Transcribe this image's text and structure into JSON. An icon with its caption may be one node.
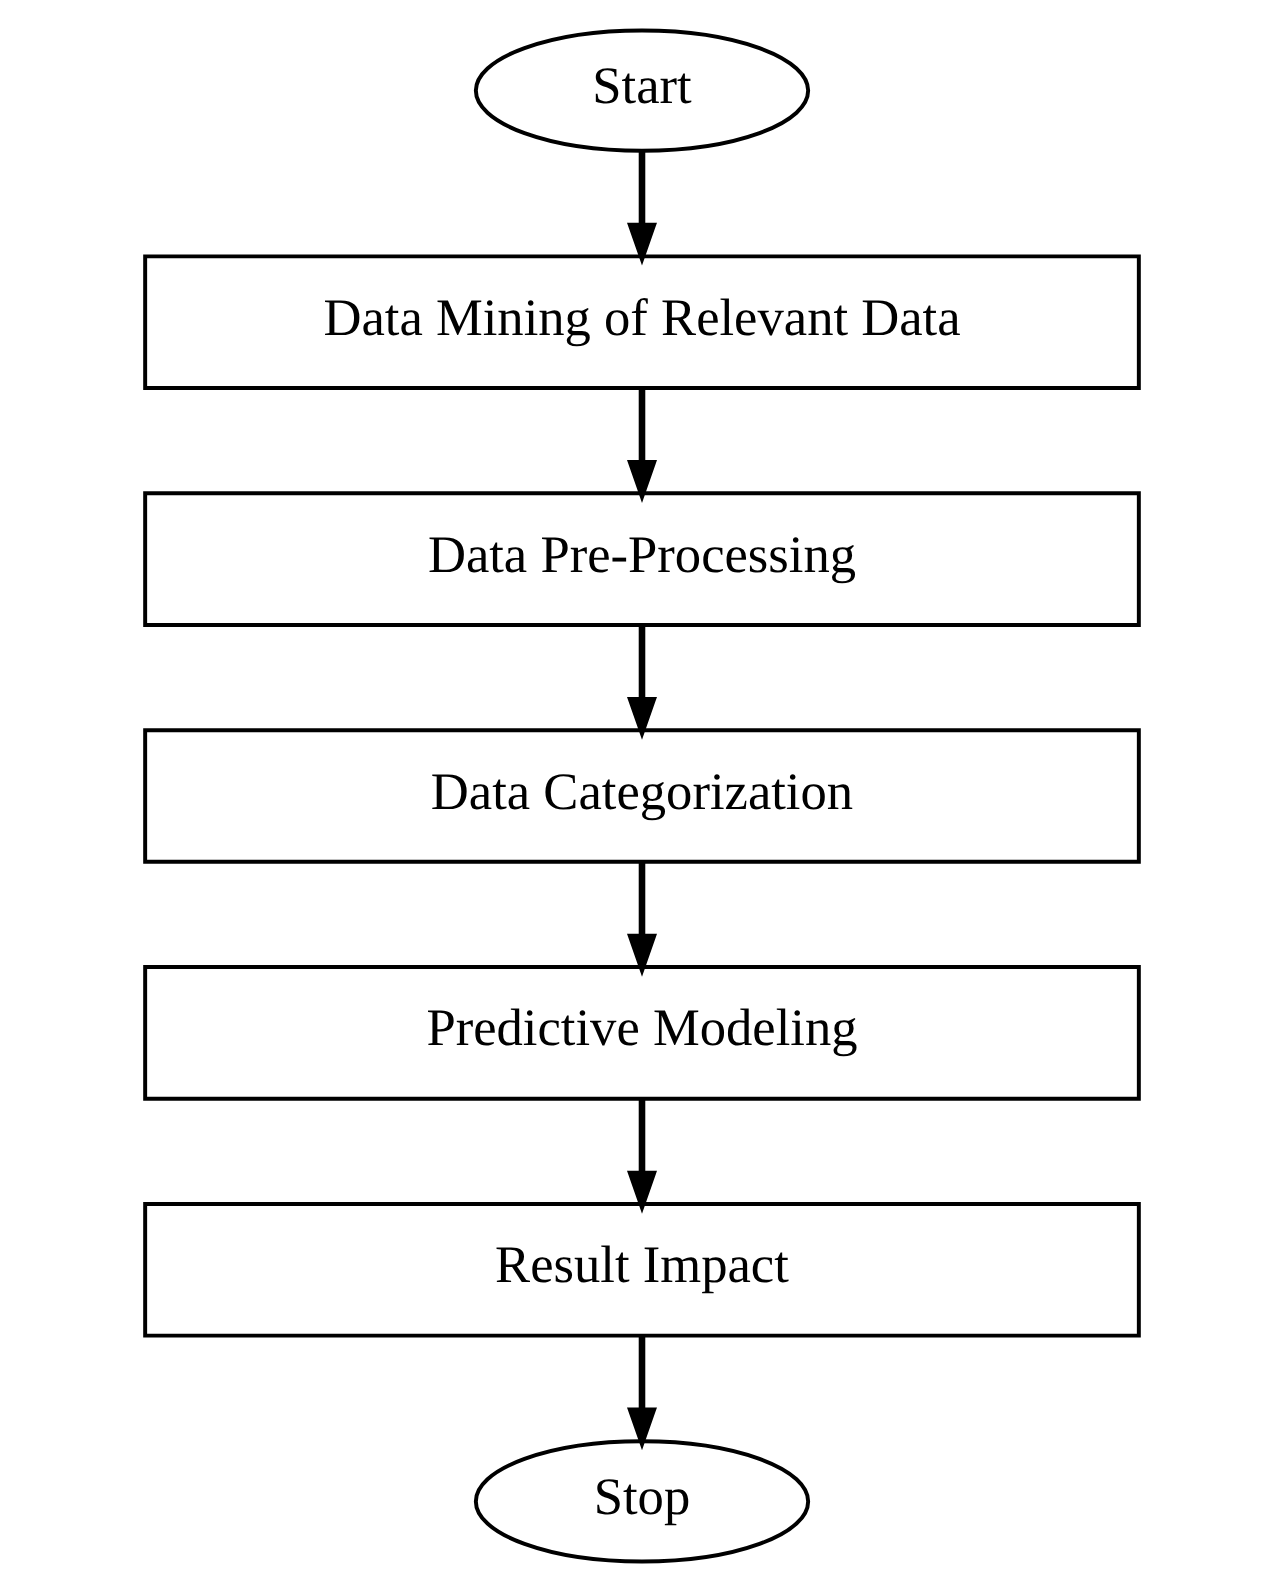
{
  "diagram": {
    "nodes": [
      {
        "text": [
          "Start"
        ]
      },
      {
        "text": [
          "Data Mining of Relevant Data"
        ]
      },
      {
        "text": [
          "Data Pre-Processing"
        ]
      },
      {
        "text": [
          "Data Categorization"
        ]
      },
      {
        "text": [
          "Predictive Modeling"
        ]
      },
      {
        "text": [
          "Result Impact"
        ]
      },
      {
        "text": [
          "Stop"
        ]
      }
    ],
    "edges": [
      {
        "from": 0,
        "to": 1,
        "arrow": "to"
      },
      {
        "from": 1,
        "to": 2,
        "arrow": "to"
      },
      {
        "from": 2,
        "to": 3,
        "arrow": "to"
      },
      {
        "from": 3,
        "to": 4,
        "arrow": "to"
      },
      {
        "from": 4,
        "to": 5,
        "arrow": "to"
      },
      {
        "from": 5,
        "to": 6,
        "arrow": "to"
      }
    ]
  }
}
